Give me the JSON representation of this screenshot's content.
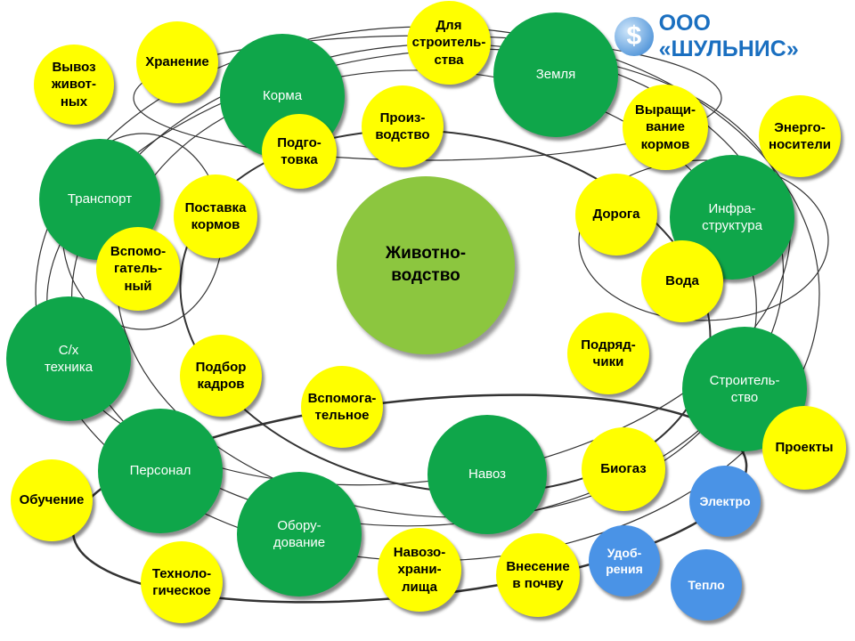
{
  "logo": {
    "text": "ООО «ШУЛЬНИС»",
    "icon": "dollar-sign-icon"
  },
  "colors": {
    "center": "#8cc63f",
    "primary": "#0fa64a",
    "secondary": "#ffff00",
    "energy": "#4a93e6",
    "logo": "#1a6fc0"
  },
  "center": {
    "label": "Животно-\nводство"
  },
  "nodes": [
    {
      "label": "Корма",
      "type": "green"
    },
    {
      "label": "Земля",
      "type": "green"
    },
    {
      "label": "Транспорт",
      "type": "green"
    },
    {
      "label": "С/х\nтехника",
      "type": "green"
    },
    {
      "label": "Персонал",
      "type": "green"
    },
    {
      "label": "Обору-\nдование",
      "type": "green"
    },
    {
      "label": "Навоз",
      "type": "green"
    },
    {
      "label": "Инфра-\nструктура",
      "type": "green"
    },
    {
      "label": "Строитель-\nство",
      "type": "green"
    },
    {
      "label": "Вывоз\nживот-\nных",
      "type": "yellow"
    },
    {
      "label": "Хранение",
      "type": "yellow"
    },
    {
      "label": "Для\nстроитель-\nства",
      "type": "yellow"
    },
    {
      "label": "Произ-\nводство",
      "type": "yellow"
    },
    {
      "label": "Подго-\nтовка",
      "type": "yellow"
    },
    {
      "label": "Поставка\nкормов",
      "type": "yellow"
    },
    {
      "label": "Вспомо-\nгатель-\nный",
      "type": "yellow"
    },
    {
      "label": "Выращи-\nвание\nкормов",
      "type": "yellow"
    },
    {
      "label": "Энерго-\nносители",
      "type": "yellow"
    },
    {
      "label": "Дорога",
      "type": "yellow"
    },
    {
      "label": "Вода",
      "type": "yellow"
    },
    {
      "label": "Подряд-\nчики",
      "type": "yellow"
    },
    {
      "label": "Подбор\nкадров",
      "type": "yellow"
    },
    {
      "label": "Вспомога-\nтельное",
      "type": "yellow"
    },
    {
      "label": "Проекты",
      "type": "yellow"
    },
    {
      "label": "Биогаз",
      "type": "yellow"
    },
    {
      "label": "Обучение",
      "type": "yellow"
    },
    {
      "label": "Техноло-\nгическое",
      "type": "yellow"
    },
    {
      "label": "Навозо-\nхрани-\nлища",
      "type": "yellow"
    },
    {
      "label": "Внесение\nв почву",
      "type": "yellow"
    },
    {
      "label": "Электро",
      "type": "blue"
    },
    {
      "label": "Удоб-\nрения",
      "type": "blue"
    },
    {
      "label": "Тепло",
      "type": "blue"
    }
  ]
}
